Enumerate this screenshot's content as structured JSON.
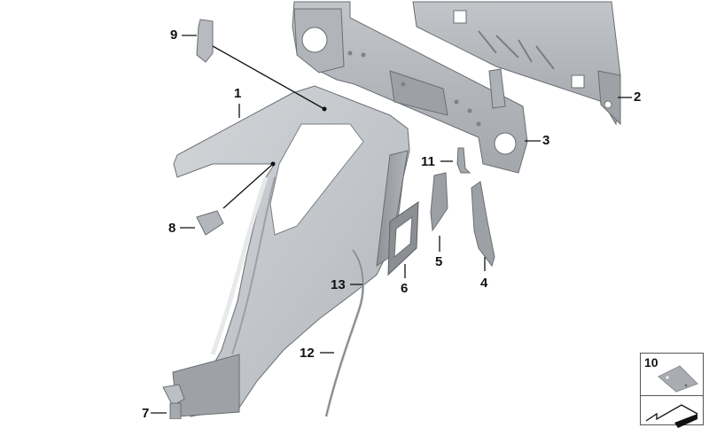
{
  "diagram": {
    "type": "exploded parts diagram",
    "subject": "rear side panel / body structure parts",
    "colors": {
      "background": "#ffffff",
      "part_light": "#c9ccd0",
      "part_mid": "#a9adb2",
      "part_dark": "#7d8288",
      "outline": "#5a5e63",
      "label": "#111111"
    },
    "callouts": [
      {
        "id": "1",
        "label": "1"
      },
      {
        "id": "2",
        "label": "2"
      },
      {
        "id": "3",
        "label": "3"
      },
      {
        "id": "4",
        "label": "4"
      },
      {
        "id": "5",
        "label": "5"
      },
      {
        "id": "6",
        "label": "6"
      },
      {
        "id": "7",
        "label": "7"
      },
      {
        "id": "8",
        "label": "8"
      },
      {
        "id": "9",
        "label": "9"
      },
      {
        "id": "11",
        "label": "11"
      },
      {
        "id": "12",
        "label": "12"
      },
      {
        "id": "13",
        "label": "13"
      }
    ],
    "legend": {
      "items": [
        {
          "label": "10",
          "icon": "flat-plate-icon"
        },
        {
          "label": "",
          "icon": "bracket-profile-icon"
        }
      ]
    }
  }
}
